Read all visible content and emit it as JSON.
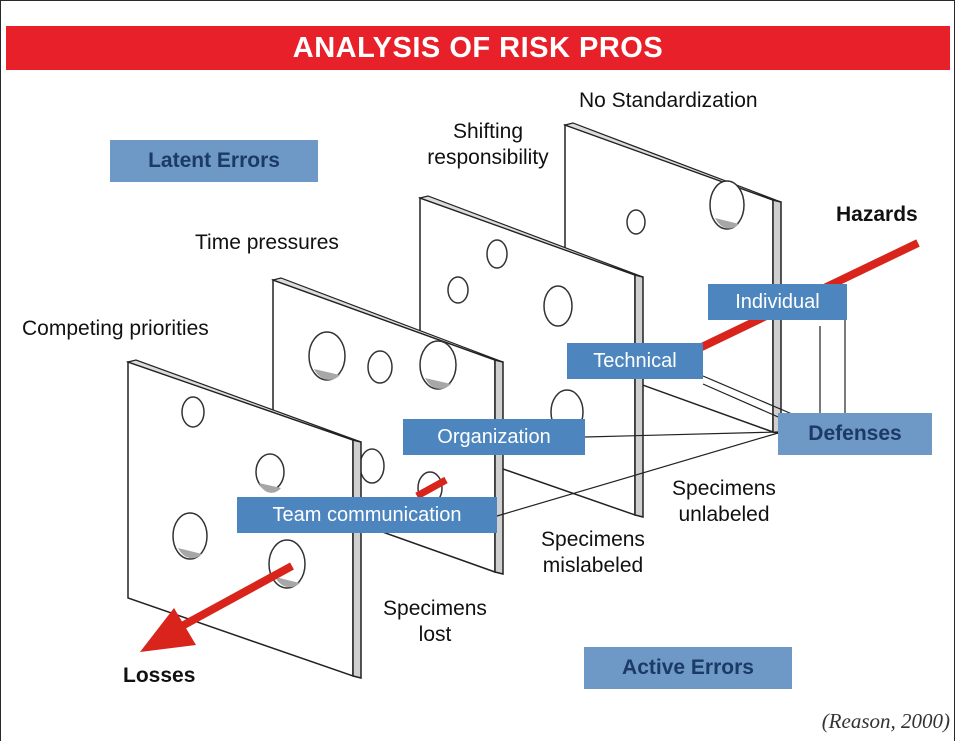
{
  "title": "ANALYSIS OF RISK PROS",
  "latent_errors": "Latent Errors",
  "active_errors": "Active Errors",
  "no_standardization": "No Standardization",
  "shifting_responsibility": [
    "Shifting",
    "responsibility"
  ],
  "time_pressures": "Time pressures",
  "competing_priorities": "Competing priorities",
  "hazards": "Hazards",
  "losses": "Losses",
  "defenses": {
    "title": "Defenses",
    "individual": "Individual",
    "technical": "Technical",
    "organization": "Organization",
    "team_communication": "Team communication"
  },
  "specimens_unlabeled": [
    "Specimens",
    "unlabeled"
  ],
  "specimens_mislabeled": [
    "Specimens",
    "mislabeled"
  ],
  "specimens_lost": [
    "Specimens",
    "lost"
  ],
  "citation": "(Reason, 2000)",
  "colors": {
    "title_bar": "#e8202a",
    "label_box": "#4d86be",
    "category_box": "#6e98c5",
    "arrow": "#d9241b"
  }
}
